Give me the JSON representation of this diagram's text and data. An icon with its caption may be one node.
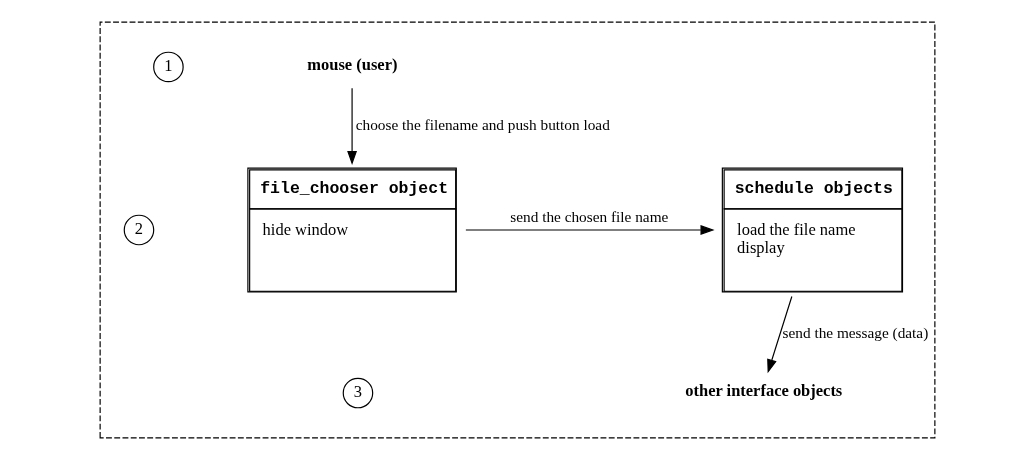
{
  "diagram": {
    "nodes": [
      {
        "text": [],
        "shape": "box"
      },
      {
        "text": [
          "mouse (user)"
        ],
        "in": 0
      },
      {
        "text": [
          "file_chooser object",
          "hide window"
        ],
        "in": 0
      },
      {
        "text": [
          "schedule objects",
          "load the file name",
          "display"
        ],
        "in": 0
      },
      {
        "text": [
          "other interface objects"
        ],
        "in": 0
      },
      {
        "text": [
          "1"
        ],
        "in": 0
      },
      {
        "text": [
          "2"
        ],
        "in": 0
      },
      {
        "text": [
          "3"
        ],
        "in": 0
      }
    ],
    "edges": [
      {
        "from": 1,
        "to": 2,
        "arrow": "to",
        "label": "choose the filename and push button load"
      },
      {
        "from": 2,
        "to": 3,
        "arrow": "to",
        "label": "send the chosen file name"
      },
      {
        "from": 3,
        "to": 4,
        "arrow": "to",
        "label": "send the message (data)"
      }
    ]
  }
}
